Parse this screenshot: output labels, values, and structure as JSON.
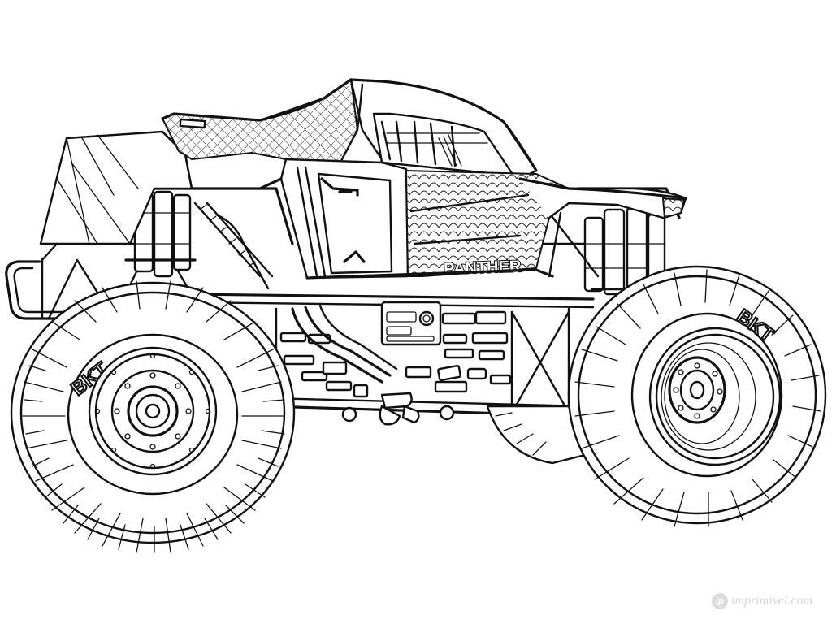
{
  "image": {
    "subject": "monster truck coloring page",
    "style": "black line art on white",
    "background_color": "#ffffff",
    "ink_color": "#111111"
  },
  "truck": {
    "body_label": "PANTHER",
    "tires": [
      {
        "position": "rear",
        "brand": "BKT"
      },
      {
        "position": "front",
        "brand": "BKT"
      }
    ]
  },
  "watermark": {
    "logo_glyph": "ip",
    "text": "imprimivel.com",
    "color": "#d6d6d6"
  }
}
